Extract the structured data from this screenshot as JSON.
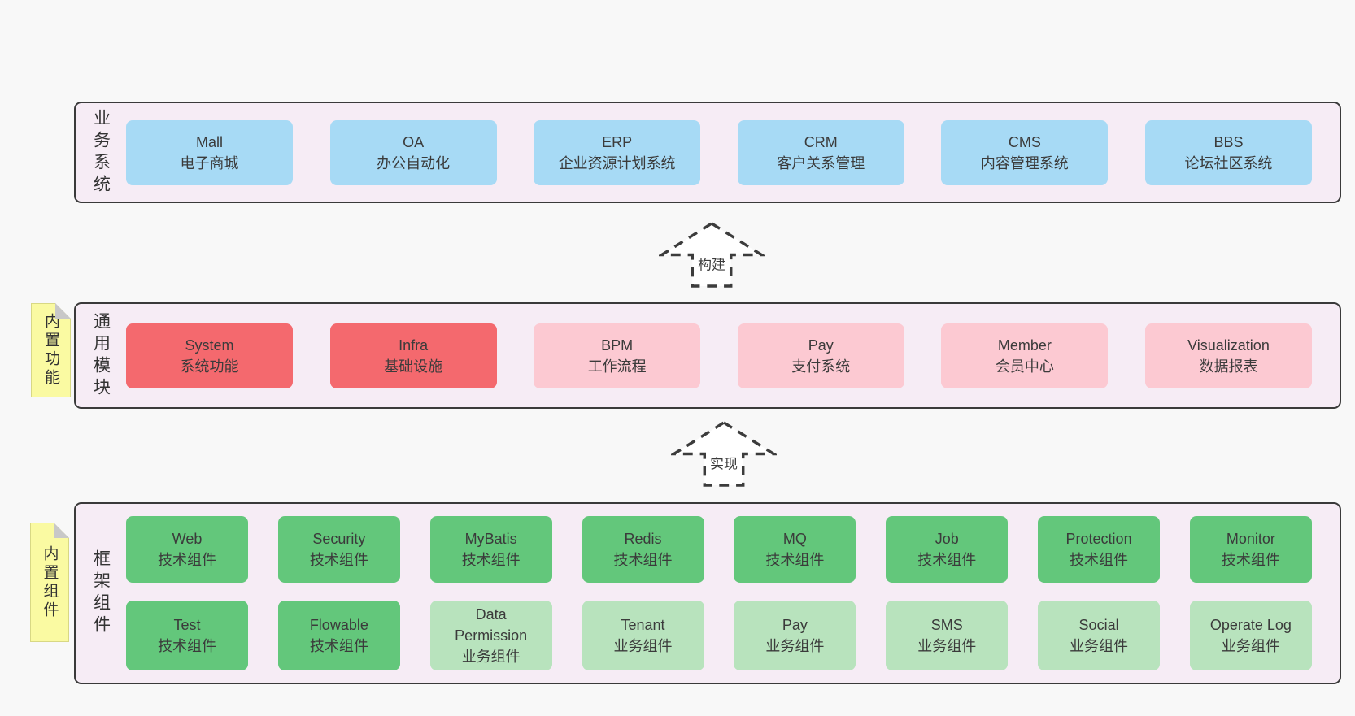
{
  "diagram_title": "",
  "arrows": [
    {
      "id": "build",
      "label": "构建"
    },
    {
      "id": "implement",
      "label": "实现"
    }
  ],
  "layers": {
    "business": {
      "label": "业务系统",
      "boxes": [
        {
          "en": "Mall",
          "zh": "电子商城"
        },
        {
          "en": "OA",
          "zh": "办公自动化"
        },
        {
          "en": "ERP",
          "zh": "企业资源计划系统"
        },
        {
          "en": "CRM",
          "zh": "客户关系管理"
        },
        {
          "en": "CMS",
          "zh": "内容管理系统"
        },
        {
          "en": "BBS",
          "zh": "论坛社区系统"
        }
      ]
    },
    "modules": {
      "label": "通用模块",
      "sticky": "内置功能",
      "boxes": [
        {
          "en": "System",
          "zh": "系统功能",
          "variant": "red"
        },
        {
          "en": "Infra",
          "zh": "基础设施",
          "variant": "red"
        },
        {
          "en": "BPM",
          "zh": "工作流程",
          "variant": "pink"
        },
        {
          "en": "Pay",
          "zh": "支付系统",
          "variant": "pink"
        },
        {
          "en": "Member",
          "zh": "会员中心",
          "variant": "pink"
        },
        {
          "en": "Visualization",
          "zh": "数据报表",
          "variant": "pink"
        }
      ]
    },
    "components": {
      "label": "框架组件",
      "sticky": "内置组件",
      "row1": [
        {
          "en": "Web",
          "zh": "技术组件",
          "variant": "green"
        },
        {
          "en": "Security",
          "zh": "技术组件",
          "variant": "green"
        },
        {
          "en": "MyBatis",
          "zh": "技术组件",
          "variant": "green"
        },
        {
          "en": "Redis",
          "zh": "技术组件",
          "variant": "green"
        },
        {
          "en": "MQ",
          "zh": "技术组件",
          "variant": "green"
        },
        {
          "en": "Job",
          "zh": "技术组件",
          "variant": "green"
        },
        {
          "en": "Protection",
          "zh": "技术组件",
          "variant": "green"
        },
        {
          "en": "Monitor",
          "zh": "技术组件",
          "variant": "green"
        }
      ],
      "row2": [
        {
          "en": "Test",
          "zh": "技术组件",
          "variant": "green"
        },
        {
          "en": "Flowable",
          "zh": "技术组件",
          "variant": "green"
        },
        {
          "en": "Data Permission",
          "zh": "业务组件",
          "variant": "lightgreen"
        },
        {
          "en": "Tenant",
          "zh": "业务组件",
          "variant": "lightgreen"
        },
        {
          "en": "Pay",
          "zh": "业务组件",
          "variant": "lightgreen"
        },
        {
          "en": "SMS",
          "zh": "业务组件",
          "variant": "lightgreen"
        },
        {
          "en": "Social",
          "zh": "业务组件",
          "variant": "lightgreen"
        },
        {
          "en": "Operate Log",
          "zh": "业务组件",
          "variant": "lightgreen"
        }
      ]
    }
  },
  "colors": {
    "page_background": "#f8f8f8",
    "layer_background": "#f6ecf5",
    "layer_border": "#3a3a3a",
    "node_blue": "#a7daf5",
    "node_red": "#f4696e",
    "node_pink": "#fcc9d2",
    "node_green": "#63c77b",
    "node_lightgreen": "#b8e3bd",
    "sticky_yellow": "#fafaa2",
    "sticky_fold": "#c8c8c8",
    "text": "#3b3b3b"
  }
}
